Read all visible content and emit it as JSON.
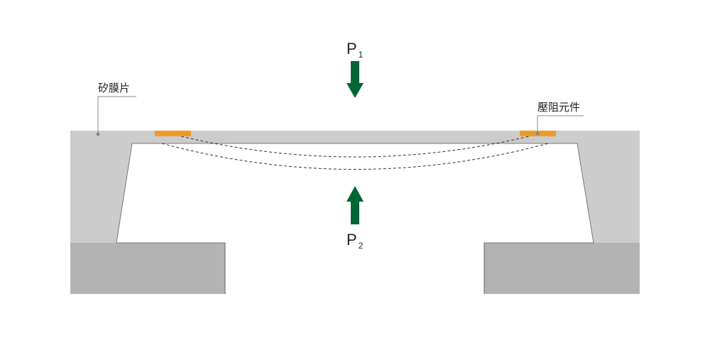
{
  "labels": {
    "silicon_diaphragm": "矽膜片",
    "piezoresistor": "壓阻元件"
  },
  "pressures": {
    "top": {
      "symbol": "P",
      "subscript": "1"
    },
    "bottom": {
      "symbol": "P",
      "subscript": "2"
    }
  },
  "colors": {
    "silicon": "#cccccc",
    "base": "#b3b3b3",
    "piezoresistor": "#f09a26",
    "arrow": "#006633",
    "leader": "#888888"
  }
}
